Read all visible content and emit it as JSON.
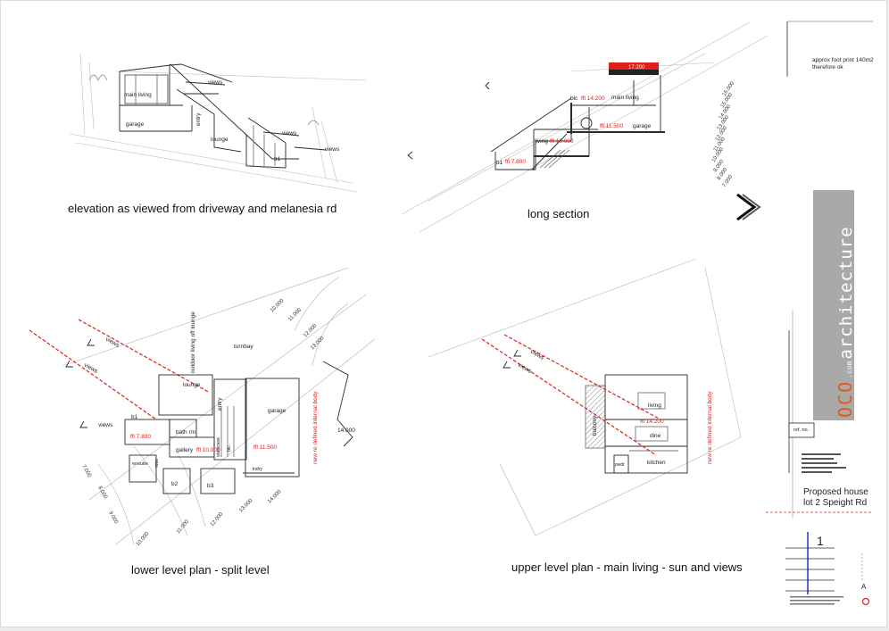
{
  "captions": {
    "elevation": "elevation as viewed from driveway and melanesia rd",
    "section": "long section",
    "lower": "lower level plan - split level",
    "upper": "upper level plan - main living - sun and views"
  },
  "elevation_labels": {
    "views_top": "views",
    "main_living": "main living",
    "garage": "garage",
    "entry": "entry",
    "lounge": "lounge",
    "views_mid": "views",
    "views_low": "views",
    "b1": "b1"
  },
  "section_labels": {
    "level_top": "17.200",
    "blc": "blc",
    "ffl_main": "ffl 14.200",
    "main_living": "main living",
    "ffl_garage": "ffl 11.500",
    "garage": "garage",
    "living": "living",
    "ffl_living": "ffl 10.000",
    "b1": "b1",
    "ffl_b1": "ffl 7.800",
    "contours": [
      "16.000",
      "15.000",
      "14.000",
      "13.000",
      "12.000",
      "11.000",
      "10.000",
      "9.000",
      "8.000",
      "7.000"
    ]
  },
  "lower_labels": {
    "views_a": "views",
    "views_b": "views",
    "views_c": "views",
    "outdoor": "outdoor living off lounge",
    "turnbay": "turnbay",
    "lounge": "lounge",
    "entry": "entry",
    "garage": "garage",
    "b1": "b1",
    "ffl_b1": "ffl 7.800",
    "bathrm": "bath rm",
    "staircase": "staircase",
    "gallery": "gallery",
    "ffl_gallery": "ffl 10.000",
    "blc": "blc",
    "ffl_garage": "ffl 11.500",
    "ensuite": "ensuite",
    "robe": "robe",
    "b2": "b2",
    "b3": "b3",
    "lndry": "lndry",
    "red_note": "new re defined internal body",
    "contour_14": "14.000",
    "contours": [
      "10.000",
      "11.000",
      "12.000",
      "13.000",
      "7.000",
      "8.000",
      "9.000",
      "10.000",
      "11.000",
      "12.000",
      "13.000",
      "14.000"
    ]
  },
  "upper_labels": {
    "views_a": "views",
    "views_b": "views",
    "balcony": "balcony",
    "living": "living",
    "ffl_living": "ffl 14.200",
    "dine": "dine",
    "kitchen": "kitchen",
    "pwdr": "pwdr",
    "red_note": "new re defined internal body"
  },
  "titleblock": {
    "note_line1": "approx foot print 140m2",
    "note_line2": "therefore ok",
    "brand_oco": "OCO",
    "brand_com": ".com",
    "brand_arch": "architecture",
    "ref_no": "ref. no.",
    "project_line1": "Proposed house",
    "project_line2": "lot 2 Speight Rd",
    "sheet_no": "1",
    "revision": "A"
  },
  "colors": {
    "accent_red": "#e0201a",
    "brand_orange": "#e05a1c",
    "brand_grey": "#a9a9a9",
    "line": "#2a2a2a",
    "faint": "#b5b5b5",
    "hatch": "#9a9a9a",
    "blue_marker": "#2233cc"
  }
}
